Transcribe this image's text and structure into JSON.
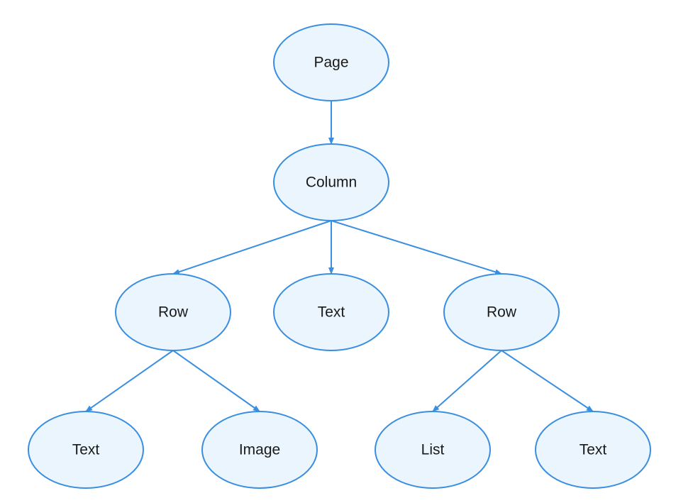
{
  "colors": {
    "node_fill": "#eaf5fd",
    "node_stroke": "#3a8ee0",
    "edge": "#3a8ee0",
    "text": "#1a1a1a"
  },
  "nodes": [
    {
      "id": "page",
      "label": "Page"
    },
    {
      "id": "column",
      "label": "Column"
    },
    {
      "id": "row-left",
      "label": "Row"
    },
    {
      "id": "text-middle",
      "label": "Text"
    },
    {
      "id": "row-right",
      "label": "Row"
    },
    {
      "id": "text-leaf-1",
      "label": "Text"
    },
    {
      "id": "image-leaf",
      "label": "Image"
    },
    {
      "id": "list-leaf",
      "label": "List"
    },
    {
      "id": "text-leaf-2",
      "label": "Text"
    }
  ],
  "edges": [
    {
      "from": "page",
      "to": "column"
    },
    {
      "from": "column",
      "to": "row-left"
    },
    {
      "from": "column",
      "to": "text-middle"
    },
    {
      "from": "column",
      "to": "row-right"
    },
    {
      "from": "row-left",
      "to": "text-leaf-1"
    },
    {
      "from": "row-left",
      "to": "image-leaf"
    },
    {
      "from": "row-right",
      "to": "list-leaf"
    },
    {
      "from": "row-right",
      "to": "text-leaf-2"
    }
  ]
}
